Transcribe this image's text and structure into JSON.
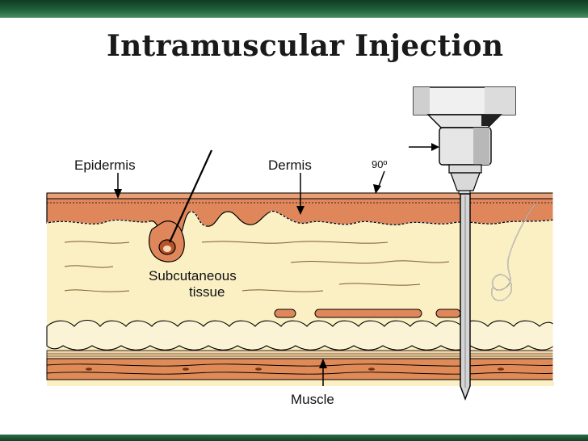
{
  "slide": {
    "title": "Intramuscular Injection"
  },
  "diagram": {
    "labels": {
      "epidermis": "Epidermis",
      "dermis": "Dermis",
      "angle": "90º",
      "subcutaneous_line1": "Subcutaneous",
      "subcutaneous_line2": "tissue",
      "muscle": "Muscle"
    },
    "colors": {
      "frame_green": "#1d5a35",
      "skin_orange": "#e39063",
      "dermis_orange": "#d9804f",
      "subcutaneous_cream": "#fbf0c4",
      "fat_cream": "#f7e7b3",
      "muscle_orange": "#df8a57",
      "needle_gray": "#d9d9d9",
      "outline": "#000000"
    }
  }
}
